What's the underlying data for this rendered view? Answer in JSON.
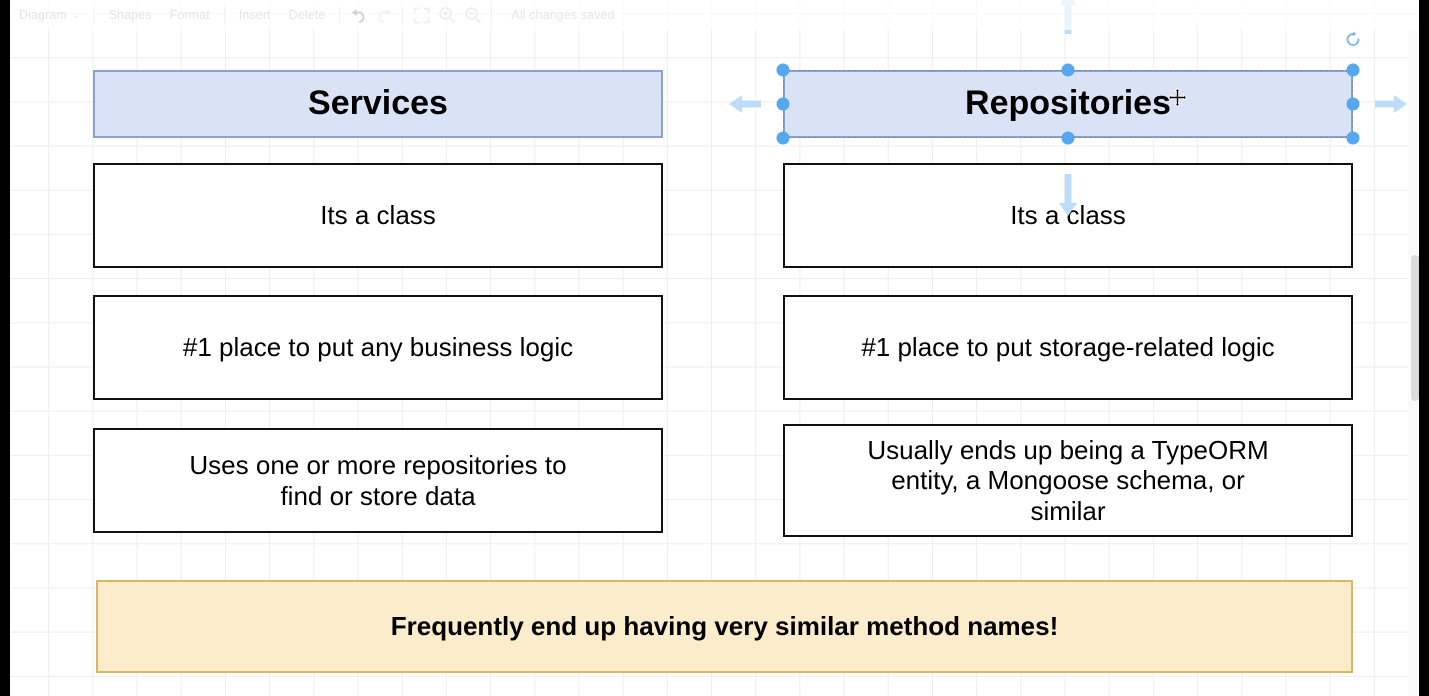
{
  "toolbar": {
    "menu_label": "Diagram",
    "menu_caret": "⌄",
    "items": [
      {
        "label": "Shapes",
        "name": "toolbar-shapes"
      },
      {
        "label": "Format",
        "name": "toolbar-format"
      },
      {
        "label": "Insert",
        "name": "toolbar-insert"
      },
      {
        "label": "Delete",
        "name": "toolbar-delete"
      }
    ],
    "icons": [
      {
        "name": "undo-icon",
        "title": "Undo"
      },
      {
        "name": "redo-icon",
        "title": "Redo"
      },
      {
        "name": "fullscreen-icon",
        "title": "Fit to screen"
      },
      {
        "name": "zoom-in-icon",
        "title": "Zoom in"
      },
      {
        "name": "zoom-out-icon",
        "title": "Zoom out"
      }
    ],
    "status": "All changes saved"
  },
  "diagram": {
    "columns": [
      {
        "header": "Services",
        "cells": [
          "Its a class",
          "#1 place to put any business logic",
          "Uses one or more repositories to\nfind or store data"
        ]
      },
      {
        "header": "Repositories",
        "cells": [
          "Its a class",
          "#1 place to put storage-related logic",
          "Usually ends up being a TypeORM\nentity, a Mongoose schema, or\nsimilar"
        ]
      }
    ],
    "footer_note": "Frequently end up having very similar method names!"
  },
  "selection": {
    "target": "Repositories",
    "handle_count": 8,
    "rotate_icon": "rotate-icon",
    "cursor": "move-cursor"
  },
  "colors": {
    "header_fill": "#dae3f6",
    "header_border": "#8ba2cf",
    "note_fill": "#fbeccc",
    "note_border": "#d9b765",
    "box_border": "#111111",
    "handle": "#55a8f0",
    "arrow": "#bcdcf8",
    "selection_outline": "#7b8fb8",
    "grid_line": "#ededed"
  }
}
